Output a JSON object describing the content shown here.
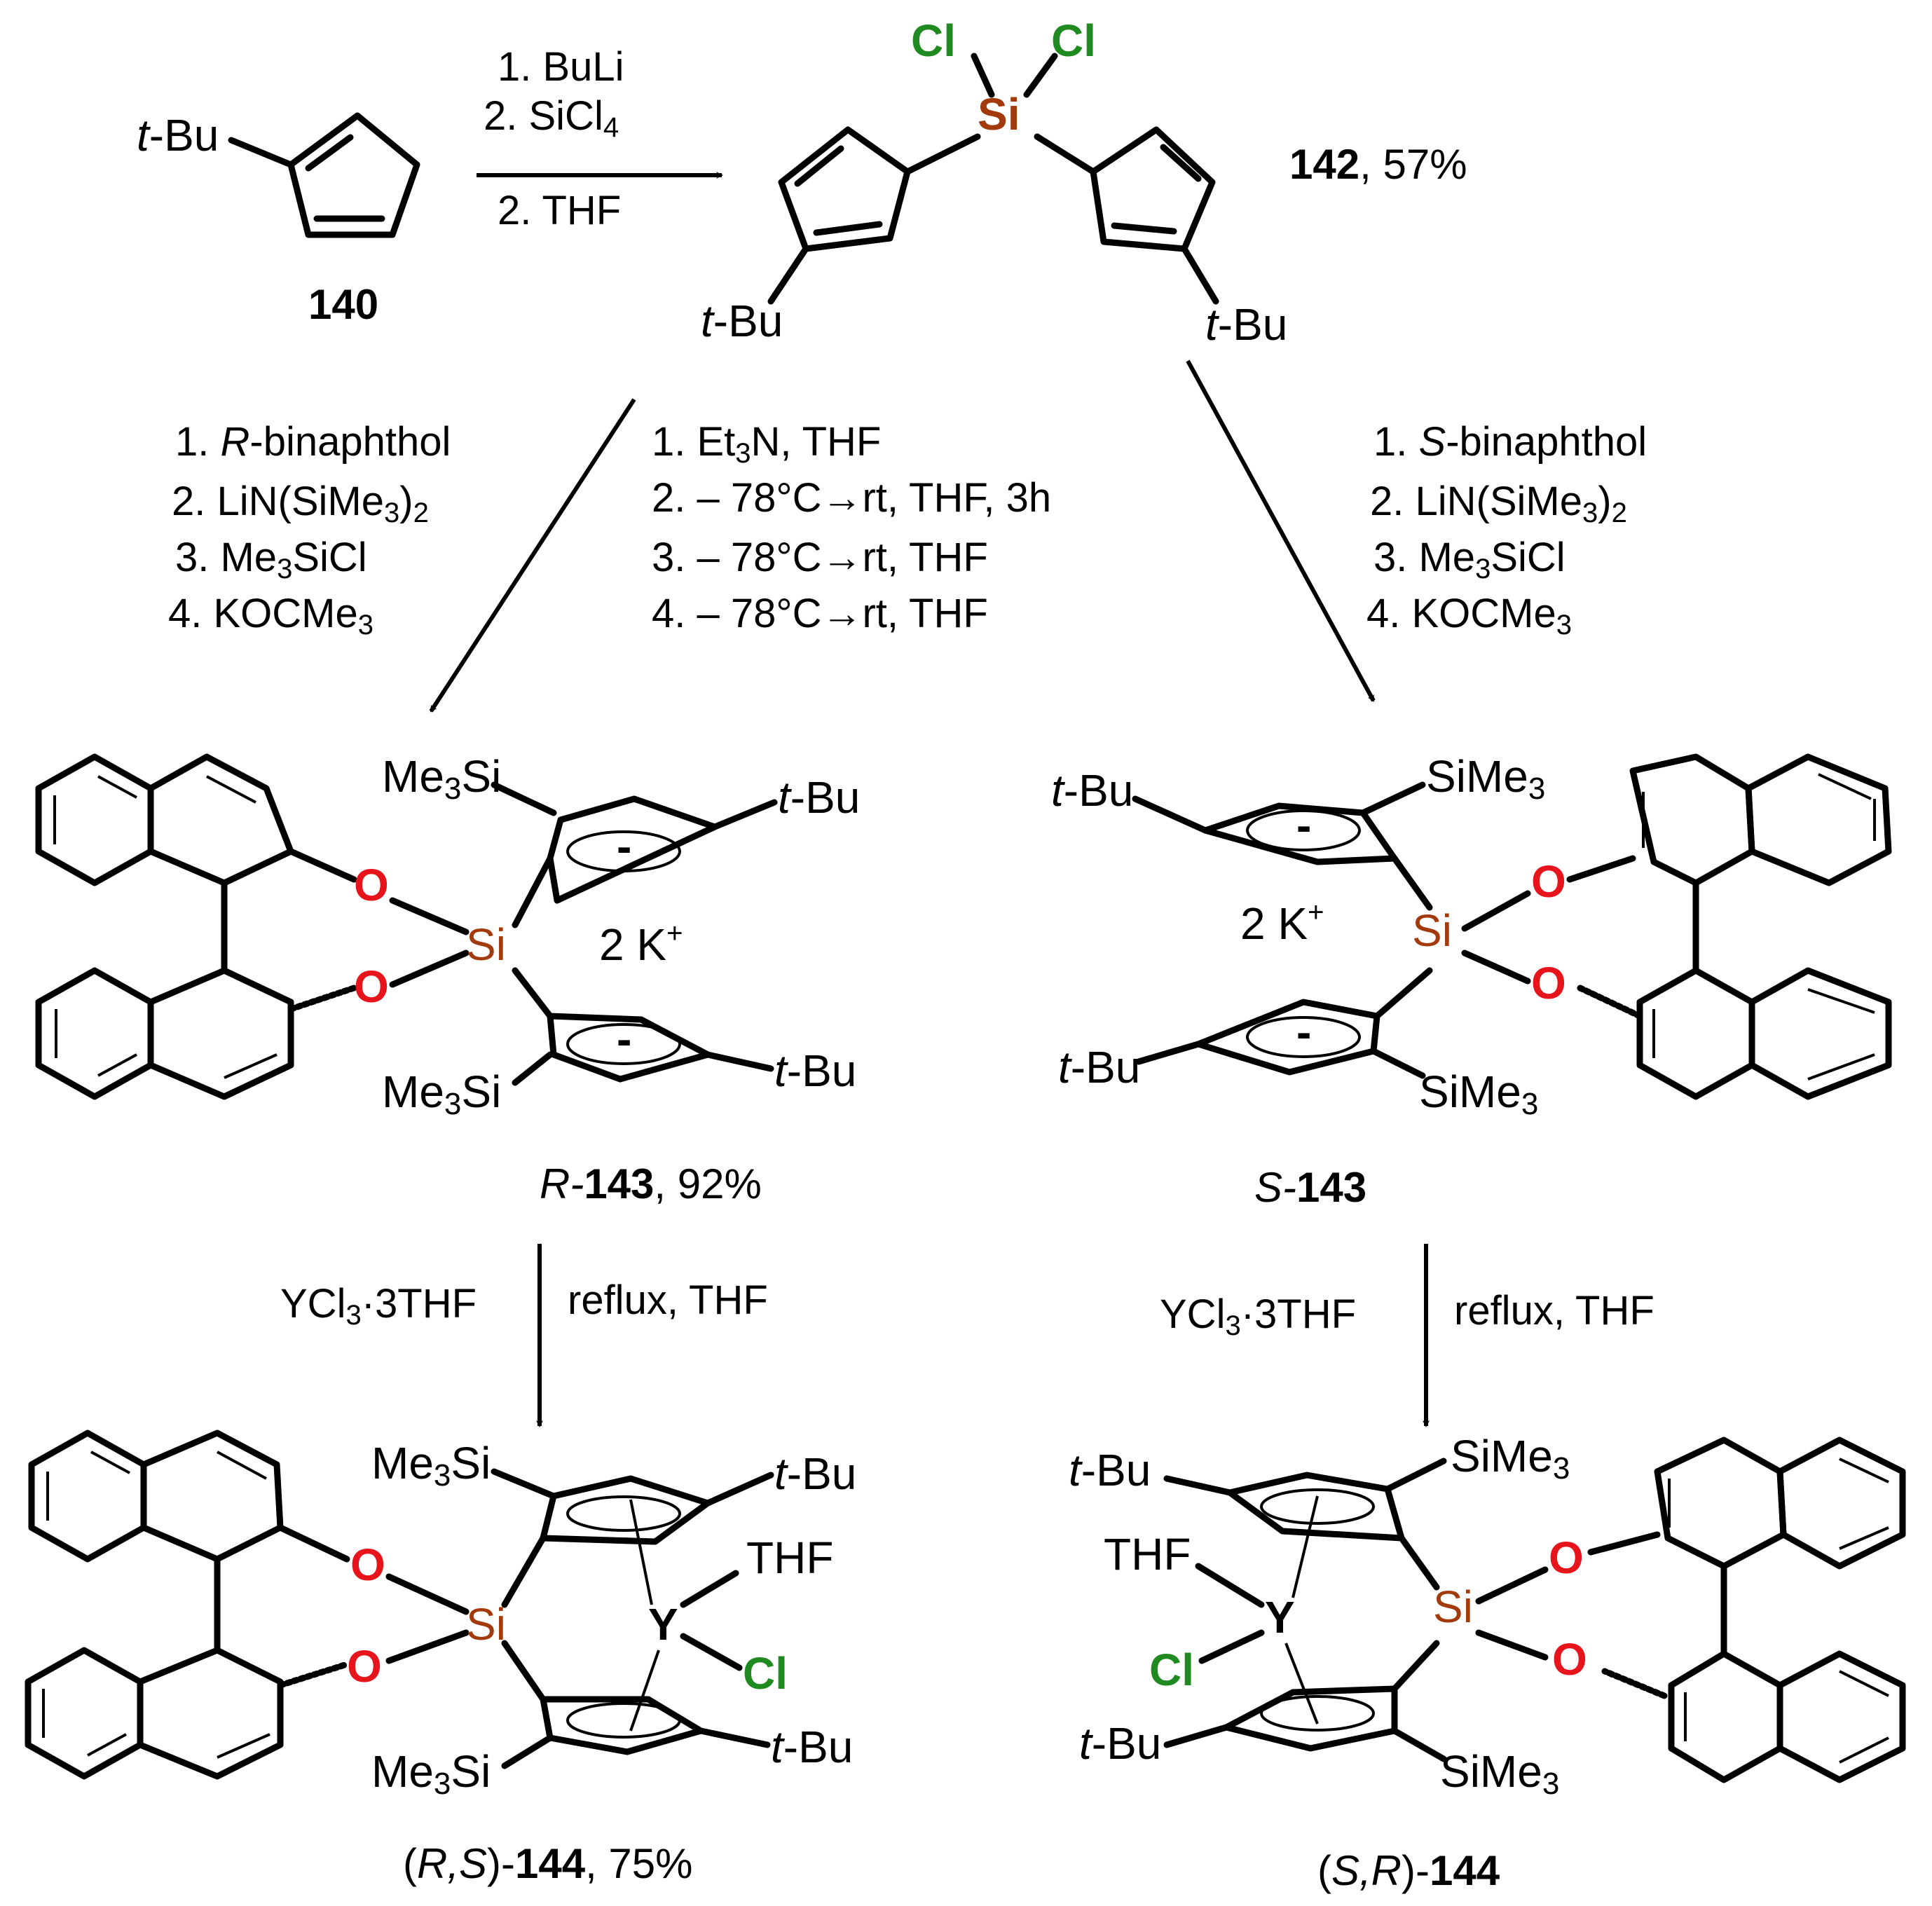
{
  "compounds": {
    "c140": "140",
    "c142_num": "142",
    "c142_yield": ", 57%",
    "r143_prefix": "R-",
    "r143_num": "143",
    "r143_yield": ", 92%",
    "s143_prefix": "S-",
    "s143_num": "143",
    "rs144_open": "(",
    "rs144_desc": "R,S",
    "rs144_close": ")-",
    "rs144_num": "144",
    "rs144_yield": ", 75%",
    "sr144_open": "(",
    "sr144_desc": "S,R",
    "sr144_close": ")-",
    "sr144_num": "144"
  },
  "step1": {
    "line1": "1. BuLi",
    "line2": "2. SiCl",
    "line2_sub": "4",
    "line3": "2. THF"
  },
  "step2_left": {
    "line1_num": "1. ",
    "line1_it": "R",
    "line1_rest": "-binaphthol",
    "line2": "2. LiN(SiMe",
    "line2_sub": "3",
    "line2_end": ")",
    "line2_sub2": "2",
    "line3_pre": "3. Me",
    "line3_sub": "3",
    "line3_end": "SiCl",
    "line4": "4. KOCMe",
    "line4_sub": "3"
  },
  "step2_mid": {
    "line1_pre": "1. Et",
    "line1_sub": "3",
    "line1_end": "N, THF",
    "line2": "2. – 78°C→rt, THF, 3h",
    "line3": "3. – 78°C→rt, THF",
    "line4": "4. – 78°C→rt, THF"
  },
  "step2_right": {
    "line1_num": "1. ",
    "line1_it": "S",
    "line1_rest": "-binaphthol",
    "line2": "2. LiN(SiMe",
    "line2_sub": "3",
    "line2_end": ")",
    "line2_sub2": "2",
    "line3_pre": "3. Me",
    "line3_sub": "3",
    "line3_end": "SiCl",
    "line4": "4. KOCMe",
    "line4_sub": "3"
  },
  "step3": {
    "reagent_pre": "YCl",
    "reagent_sub": "3",
    "reagent_end": "·3THF",
    "conditions": "reflux, THF"
  },
  "atoms": {
    "tbu_t": "t",
    "tbu_rest": "-Bu",
    "cl": "Cl",
    "si": "Si",
    "o": "O",
    "y": "Y",
    "thf": "THF",
    "me3si_me": "Me",
    "me3si_sub": "3",
    "me3si_si": "Si",
    "sime3_si": "SiMe",
    "sime3_sub": "3",
    "counterion": "2 K",
    "counterion_charge": "+",
    "minus": "-"
  }
}
